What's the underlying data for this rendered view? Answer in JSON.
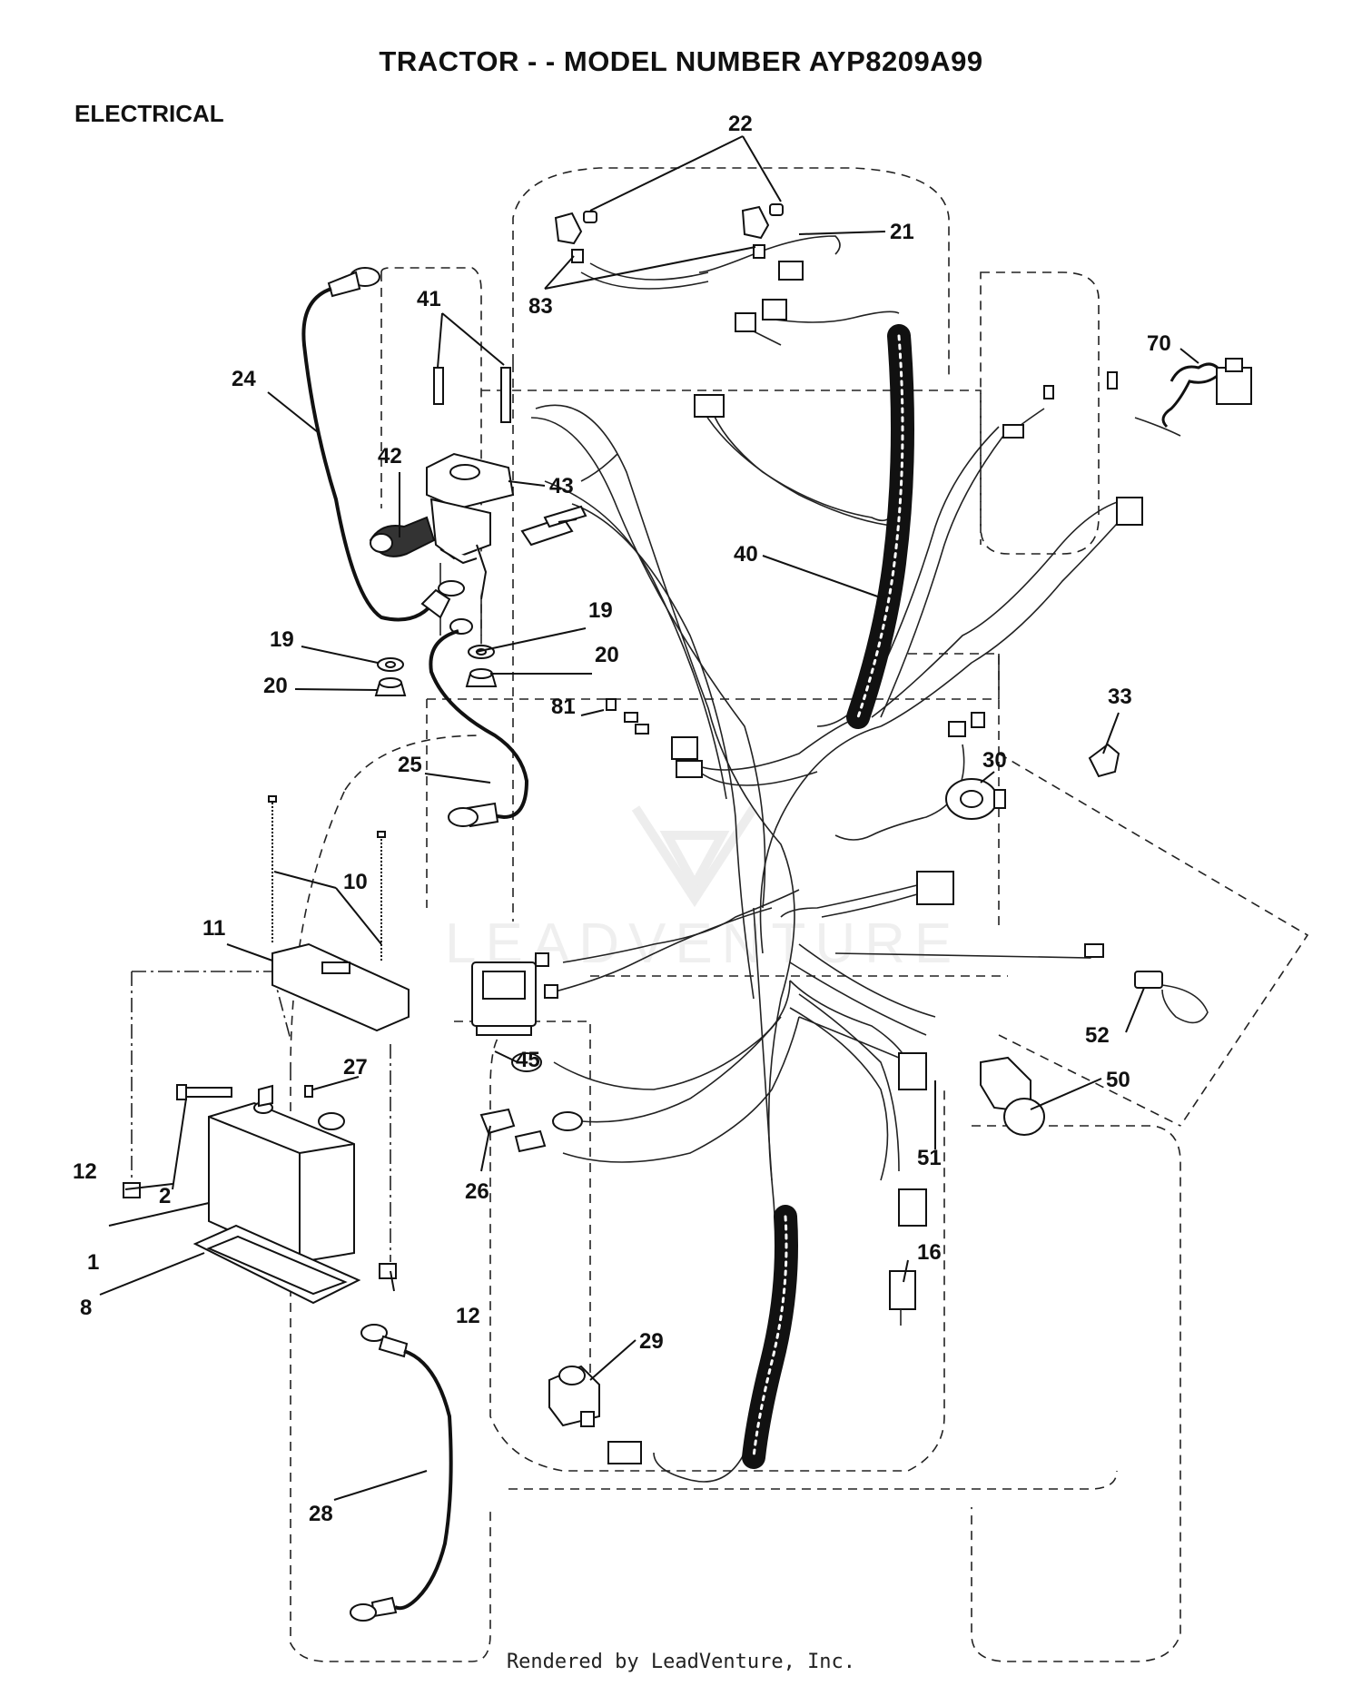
{
  "header": {
    "title": "TRACTOR - - MODEL NUMBER AYP8209A99",
    "section": "ELECTRICAL"
  },
  "callouts": {
    "c22": "22",
    "c21": "21",
    "c83": "83",
    "c41": "41",
    "c24": "24",
    "c42": "42",
    "c43": "43",
    "c70": "70",
    "c40": "40",
    "c19a": "19",
    "c19b": "19",
    "c20a": "20",
    "c20b": "20",
    "c81": "81",
    "c33": "33",
    "c25": "25",
    "c30": "30",
    "c10": "10",
    "c11": "11",
    "c45": "45",
    "c27": "27",
    "c52": "52",
    "c50": "50",
    "c12a": "12",
    "c12b": "12",
    "c2": "2",
    "c26": "26",
    "c51": "51",
    "c1": "1",
    "c16": "16",
    "c8": "8",
    "c29": "29",
    "c28": "28"
  },
  "footer": {
    "credit": "Rendered by LeadVenture, Inc."
  }
}
